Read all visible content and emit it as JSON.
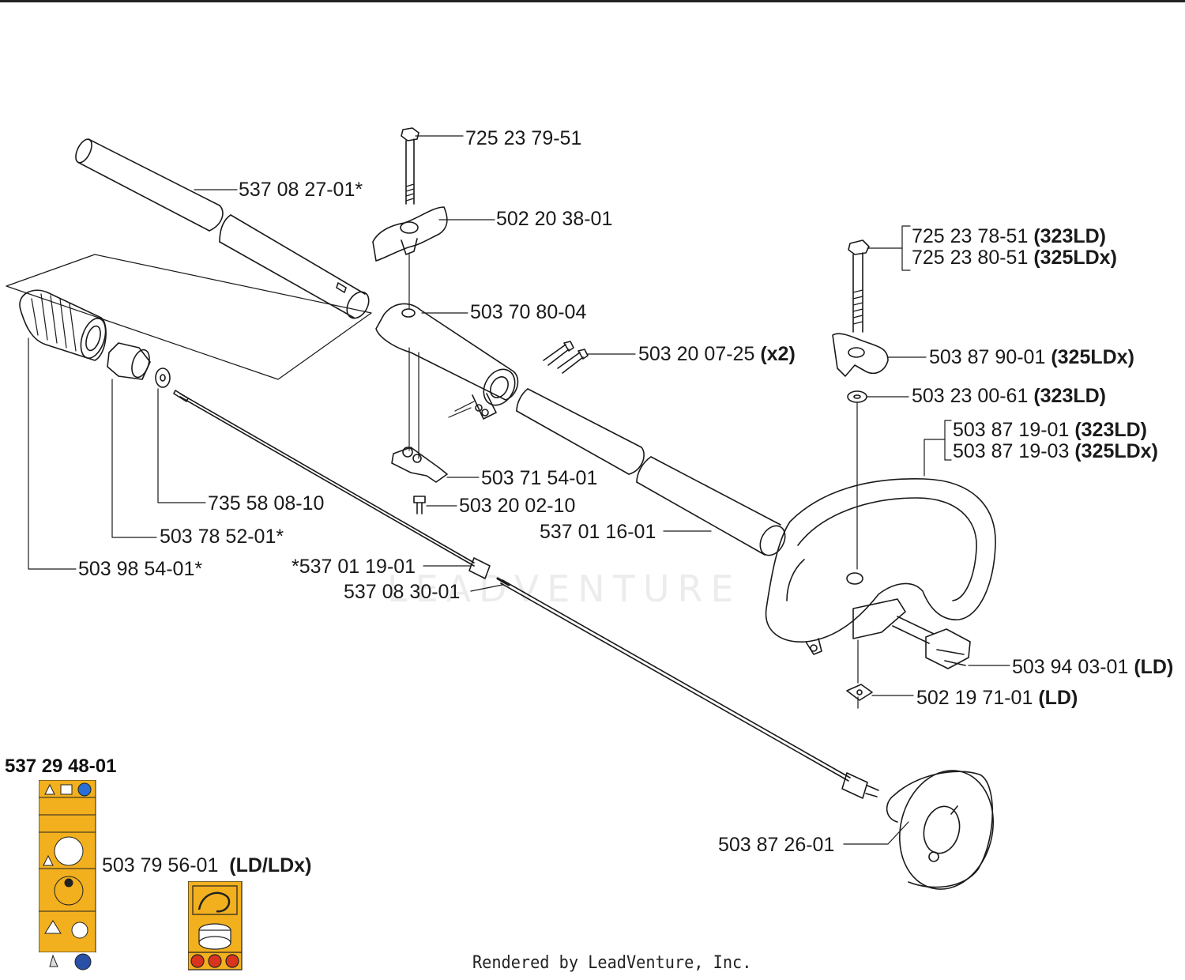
{
  "colors": {
    "decal_yellow": "#f2b01e",
    "decal_line": "#222222",
    "ink": "#1a1a1a"
  },
  "watermark": "LEADVENTURE",
  "footer": "Rendered by LeadVenture, Inc.",
  "kit": {
    "part_number": "537 29 48-01"
  },
  "labels": {
    "p725237951": "725 23 79-51",
    "p537082701": "537 08 27-01*",
    "p502203801": "502 20 38-01",
    "p725237851": "725 23 78-51",
    "p725237851_model": "(323LD)",
    "p725238051": "725 23 80-51",
    "p725238051_model": "(325LDx)",
    "p503708004": "503 70 80-04",
    "p503200725": "503 20 07-25",
    "p503200725_qty": "(x2)",
    "p503879001": "503 87 90-01",
    "p503879001_model": "(325LDx)",
    "p503230061": "503 23 00-61",
    "p503230061_model": "(323LD)",
    "p503871901": "503 87 19-01",
    "p503871901_model": "(323LD)",
    "p503871903": "503 87 19-03",
    "p503871903_model": "(325LDx)",
    "p503715401": "503 71 54-01",
    "p503200210": "503 20 02-10",
    "p735580810": "735 58 08-10",
    "p537011601": "537 01 16-01",
    "p503785201": "503 78 52-01*",
    "p503985401": "503 98 54-01*",
    "p537011901": "*537 01 19-01",
    "p537083001": "537 08 30-01",
    "p503940301": "503 94 03-01",
    "p503940301_model": "(LD)",
    "p502197101": "502 19 71-01",
    "p502197101_model": "(LD)",
    "p503872601": "503 87 26-01",
    "p503795601": "503 79 56-01",
    "p503795601_model": "(LD/LDx)"
  }
}
